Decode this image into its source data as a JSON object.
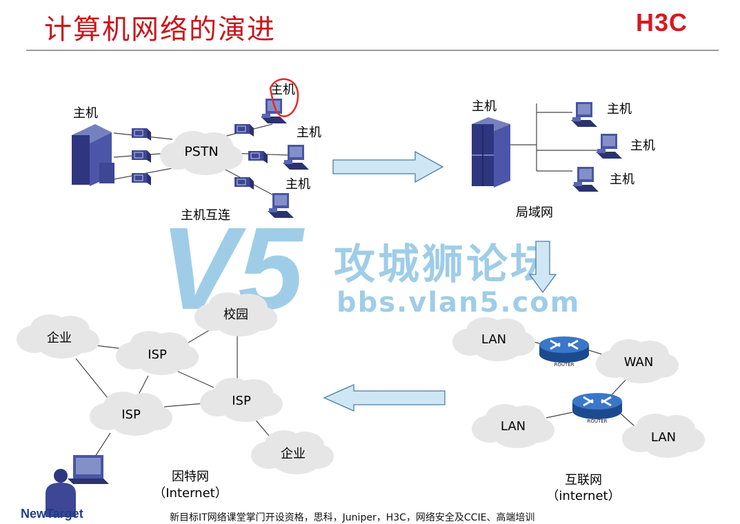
{
  "slide": {
    "title": "计算机网络的演进",
    "logo": "H3C",
    "footer_brand": "NewTarget",
    "footer_note": "新目标IT网络课堂掌门开设资格，思科，Juniper，H3C，网络安全及CCIE、高端培训"
  },
  "watermark": {
    "glyph": "V5",
    "name": "攻城狮论坛",
    "url": "bbs.vlan5.com"
  },
  "colors": {
    "title": "#c8171e",
    "logo": "#d71920",
    "arrow_fill": "#cfe6f5",
    "arrow_stroke": "#4a7da8",
    "cloud": "#e6e6e6",
    "device_blue": "#4a55a6",
    "router_blue": "#2a5fae",
    "watermark": "#8fc5e3"
  },
  "stage1": {
    "host_label": "主机",
    "cloud_label": "PSTN",
    "caption": "主机互连"
  },
  "stage2": {
    "host_label": "主机",
    "caption": "局域网"
  },
  "stage3": {
    "lan_label": "LAN",
    "wan_label": "WAN",
    "router_label": "ROUTER",
    "caption_line1": "互联网",
    "caption_line2": "（internet）"
  },
  "stage4": {
    "campus_label": "校园",
    "enterprise_label": "企业",
    "isp_label": "ISP",
    "caption_line1": "因特网",
    "caption_line2": "（Internet）"
  }
}
